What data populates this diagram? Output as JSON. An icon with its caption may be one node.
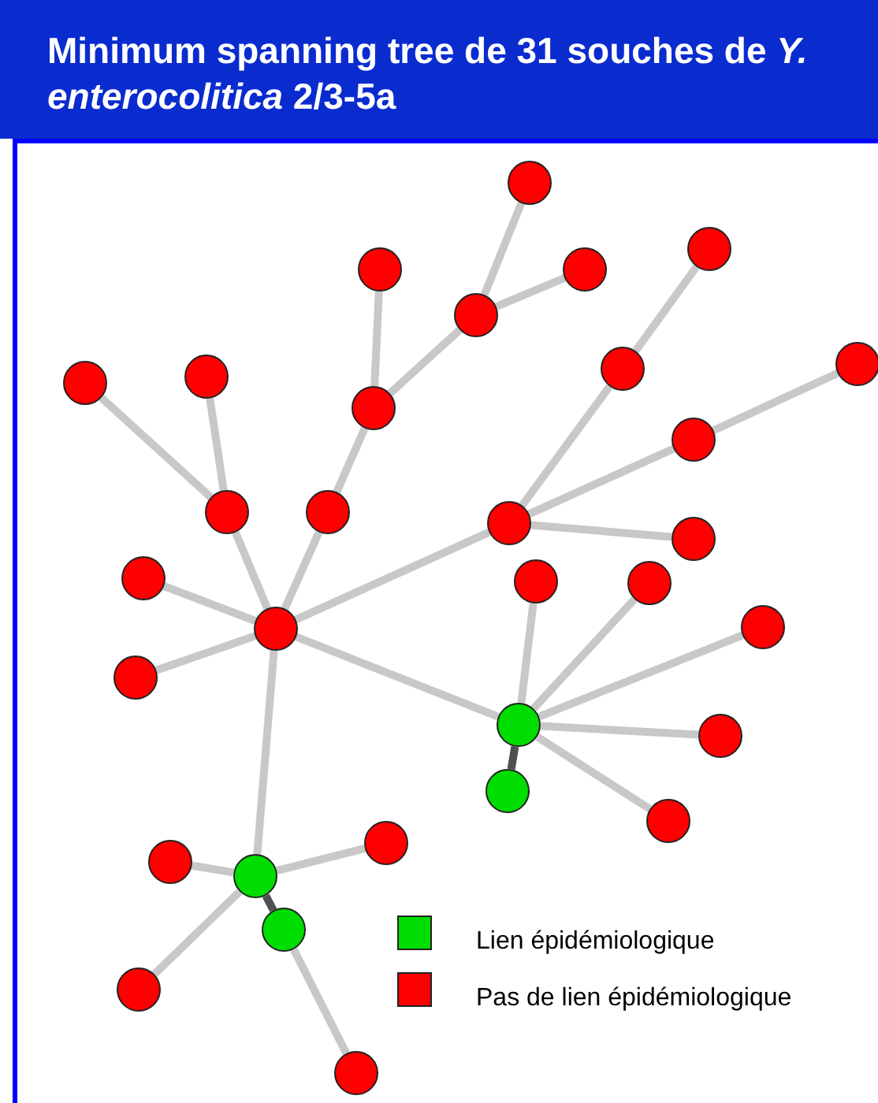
{
  "diagram": {
    "title": "Minimum spanning tree de 31 souches de *Y. enterocolitica* 2/3-5a",
    "nodes": [
      {
        "text": [],
        "shape": "circle"
      },
      {
        "text": [],
        "shape": "circle"
      },
      {
        "text": [],
        "shape": "circle"
      },
      {
        "text": [],
        "shape": "circle"
      },
      {
        "text": [],
        "shape": "circle"
      },
      {
        "text": [],
        "shape": "circle"
      },
      {
        "text": [],
        "shape": "circle"
      },
      {
        "text": [],
        "shape": "circle"
      },
      {
        "text": [],
        "shape": "circle"
      },
      {
        "text": [],
        "shape": "circle"
      },
      {
        "text": [],
        "shape": "circle"
      },
      {
        "text": [],
        "shape": "circle"
      },
      {
        "text": [],
        "shape": "circle"
      },
      {
        "text": [],
        "shape": "circle"
      },
      {
        "text": [],
        "shape": "circle"
      },
      {
        "text": [],
        "shape": "circle"
      },
      {
        "text": [],
        "shape": "circle"
      },
      {
        "text": [],
        "shape": "circle"
      },
      {
        "text": [],
        "shape": "circle"
      },
      {
        "text": [],
        "shape": "circle"
      },
      {
        "text": [],
        "shape": "circle"
      },
      {
        "text": [],
        "shape": "circle"
      },
      {
        "text": [],
        "shape": "circle"
      },
      {
        "text": [],
        "shape": "circle"
      },
      {
        "text": [],
        "shape": "circle"
      },
      {
        "text": [],
        "shape": "circle"
      },
      {
        "text": [],
        "shape": "circle"
      },
      {
        "text": [],
        "shape": "circle"
      },
      {
        "text": [],
        "shape": "circle"
      },
      {
        "text": [],
        "shape": "circle"
      },
      {
        "text": [],
        "shape": "circle"
      }
    ],
    "edges": [
      {
        "from": 0,
        "to": 4,
        "arrow": "none"
      },
      {
        "from": 2,
        "to": 4,
        "arrow": "none"
      },
      {
        "from": 4,
        "to": 9,
        "arrow": "none"
      },
      {
        "from": 1,
        "to": 9,
        "arrow": "none"
      },
      {
        "from": 9,
        "to": 12,
        "arrow": "none"
      },
      {
        "from": 12,
        "to": 16,
        "arrow": "none"
      },
      {
        "from": 5,
        "to": 11,
        "arrow": "none"
      },
      {
        "from": 6,
        "to": 11,
        "arrow": "none"
      },
      {
        "from": 11,
        "to": 16,
        "arrow": "none"
      },
      {
        "from": 15,
        "to": 16,
        "arrow": "none"
      },
      {
        "from": 20,
        "to": 16,
        "arrow": "none"
      },
      {
        "from": 16,
        "to": 13,
        "arrow": "none"
      },
      {
        "from": 3,
        "to": 7,
        "arrow": "none"
      },
      {
        "from": 7,
        "to": 13,
        "arrow": "none"
      },
      {
        "from": 8,
        "to": 10,
        "arrow": "none"
      },
      {
        "from": 10,
        "to": 13,
        "arrow": "none"
      },
      {
        "from": 13,
        "to": 14,
        "arrow": "none"
      },
      {
        "from": 16,
        "to": 21,
        "arrow": "none"
      },
      {
        "from": 16,
        "to": 27,
        "arrow": "none"
      },
      {
        "from": 17,
        "to": 21,
        "arrow": "none"
      },
      {
        "from": 18,
        "to": 21,
        "arrow": "none"
      },
      {
        "from": 19,
        "to": 21,
        "arrow": "none"
      },
      {
        "from": 22,
        "to": 21,
        "arrow": "none"
      },
      {
        "from": 24,
        "to": 21,
        "arrow": "none"
      },
      {
        "from": 21,
        "to": 23,
        "arrow": "none",
        "color": "#505050"
      },
      {
        "from": 25,
        "to": 27,
        "arrow": "none"
      },
      {
        "from": 26,
        "to": 27,
        "arrow": "none"
      },
      {
        "from": 27,
        "to": 28,
        "arrow": "none",
        "color": "#505050"
      },
      {
        "from": 27,
        "to": 29,
        "arrow": "none"
      },
      {
        "from": 28,
        "to": 30,
        "arrow": "none"
      }
    ],
    "legend": [
      {
        "text": "Lien épidémiologique",
        "color": "#00dd00"
      },
      {
        "text": "Pas de lien épidémiologique",
        "color": "#ff0000"
      }
    ]
  }
}
